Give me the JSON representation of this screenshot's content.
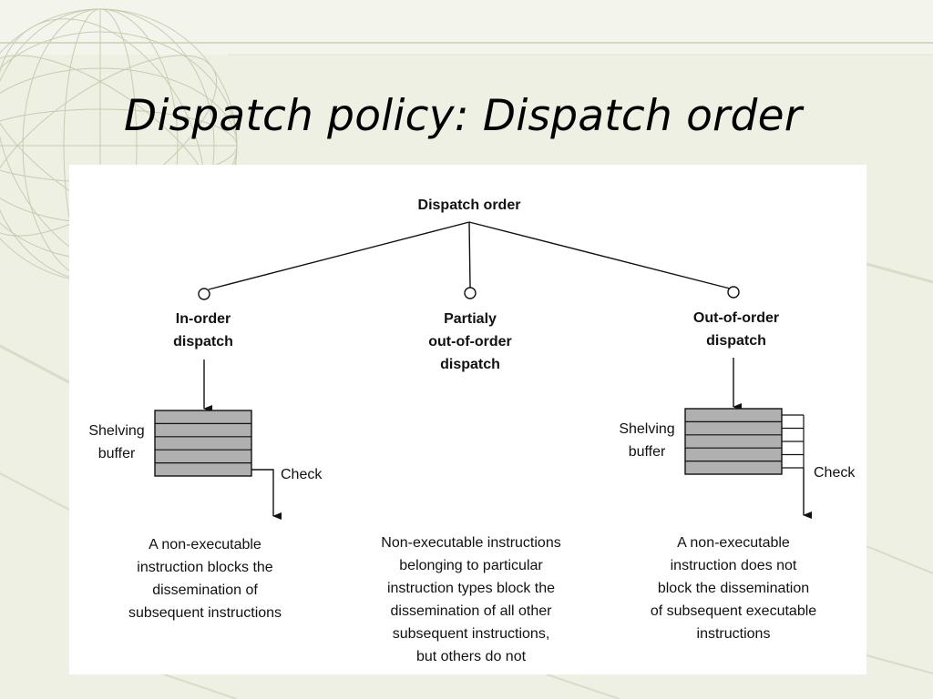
{
  "slide": {
    "title": "Dispatch policy: Dispatch order"
  },
  "diagram": {
    "root_label": "Dispatch order",
    "branches": [
      {
        "label_lines": [
          "In-order",
          "dispatch"
        ],
        "buffer_label_lines": [
          "Shelving",
          "buffer"
        ],
        "check_label": "Check",
        "description_lines": [
          "A non-executable",
          "instruction blocks the",
          "dissemination of",
          "subsequent instructions"
        ]
      },
      {
        "label_lines": [
          "Partialy",
          "out-of-order",
          "dispatch"
        ],
        "description_lines": [
          "Non-executable instructions",
          "belonging to particular",
          "instruction types block the",
          "dissemination of all other",
          "subsequent instructions,",
          "but others do not"
        ]
      },
      {
        "label_lines": [
          "Out-of-order",
          "dispatch"
        ],
        "buffer_label_lines": [
          "Shelving",
          "buffer"
        ],
        "check_label": "Check",
        "description_lines": [
          "A non-executable",
          "instruction does not",
          "block the dissemination",
          "of subsequent executable",
          "instructions"
        ]
      }
    ]
  },
  "colors": {
    "background": "#eef0e4",
    "panel": "#ffffff",
    "buffer_fill": "#b0b0b0",
    "decor_lines": "#c9cdb4"
  }
}
